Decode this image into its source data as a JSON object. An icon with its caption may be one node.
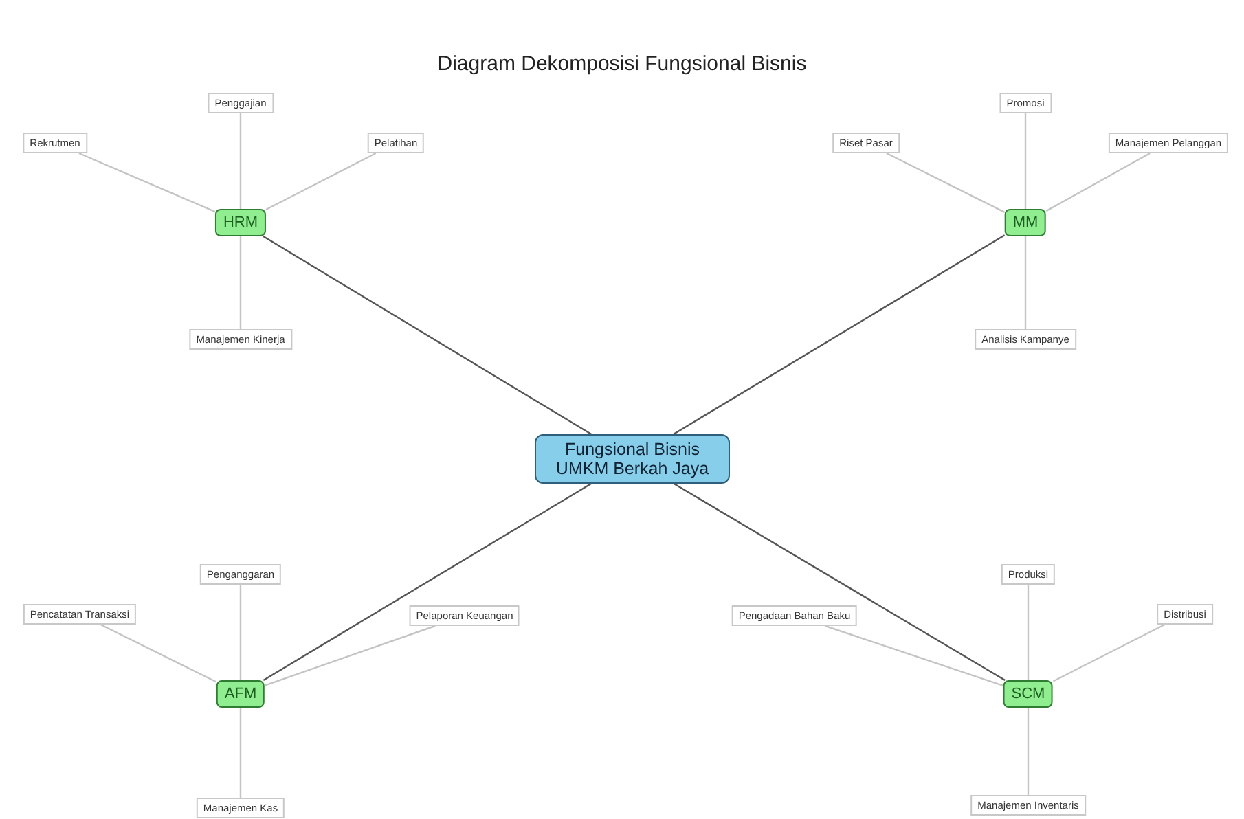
{
  "diagram": {
    "title": "Diagram Dekomposisi Fungsional Bisnis",
    "nodes": [
      {
        "text": [
          "Fungsional Bisnis UMKM Berkah Jaya"
        ]
      },
      {
        "text": [
          "HRM"
        ]
      },
      {
        "text": [
          "Rekrutmen"
        ]
      },
      {
        "text": [
          "Penggajian"
        ]
      },
      {
        "text": [
          "Pelatihan"
        ]
      },
      {
        "text": [
          "Manajemen Kinerja"
        ]
      },
      {
        "text": [
          "MM"
        ]
      },
      {
        "text": [
          "Riset Pasar"
        ]
      },
      {
        "text": [
          "Promosi"
        ]
      },
      {
        "text": [
          "Manajemen Pelanggan"
        ]
      },
      {
        "text": [
          "Analisis Kampanye"
        ]
      },
      {
        "text": [
          "AFM"
        ]
      },
      {
        "text": [
          "Pencatatan Transaksi"
        ]
      },
      {
        "text": [
          "Penganggaran"
        ]
      },
      {
        "text": [
          "Pelaporan Keuangan"
        ]
      },
      {
        "text": [
          "Manajemen Kas"
        ]
      },
      {
        "text": [
          "SCM"
        ]
      },
      {
        "text": [
          "Pengadaan Bahan Baku"
        ]
      },
      {
        "text": [
          "Produksi"
        ]
      },
      {
        "text": [
          "Distribusi"
        ]
      },
      {
        "text": [
          "Manajemen Inventaris"
        ]
      }
    ],
    "edges": [
      {
        "from": 0,
        "to": 1,
        "arrow": "none",
        "color": "#555555"
      },
      {
        "from": 0,
        "to": 6,
        "arrow": "none",
        "color": "#555555"
      },
      {
        "from": 0,
        "to": 11,
        "arrow": "none",
        "color": "#555555"
      },
      {
        "from": 0,
        "to": 16,
        "arrow": "none",
        "color": "#555555"
      },
      {
        "from": 1,
        "to": 2,
        "arrow": "none"
      },
      {
        "from": 1,
        "to": 3,
        "arrow": "none"
      },
      {
        "from": 1,
        "to": 4,
        "arrow": "none"
      },
      {
        "from": 1,
        "to": 5,
        "arrow": "none"
      },
      {
        "from": 6,
        "to": 7,
        "arrow": "none"
      },
      {
        "from": 6,
        "to": 8,
        "arrow": "none"
      },
      {
        "from": 6,
        "to": 9,
        "arrow": "none"
      },
      {
        "from": 6,
        "to": 10,
        "arrow": "none"
      },
      {
        "from": 11,
        "to": 12,
        "arrow": "none"
      },
      {
        "from": 11,
        "to": 13,
        "arrow": "none"
      },
      {
        "from": 11,
        "to": 14,
        "arrow": "none"
      },
      {
        "from": 11,
        "to": 15,
        "arrow": "none"
      },
      {
        "from": 16,
        "to": 17,
        "arrow": "none"
      },
      {
        "from": 16,
        "to": 18,
        "arrow": "none"
      },
      {
        "from": 16,
        "to": 19,
        "arrow": "none"
      },
      {
        "from": 16,
        "to": 20,
        "arrow": "none"
      }
    ]
  }
}
